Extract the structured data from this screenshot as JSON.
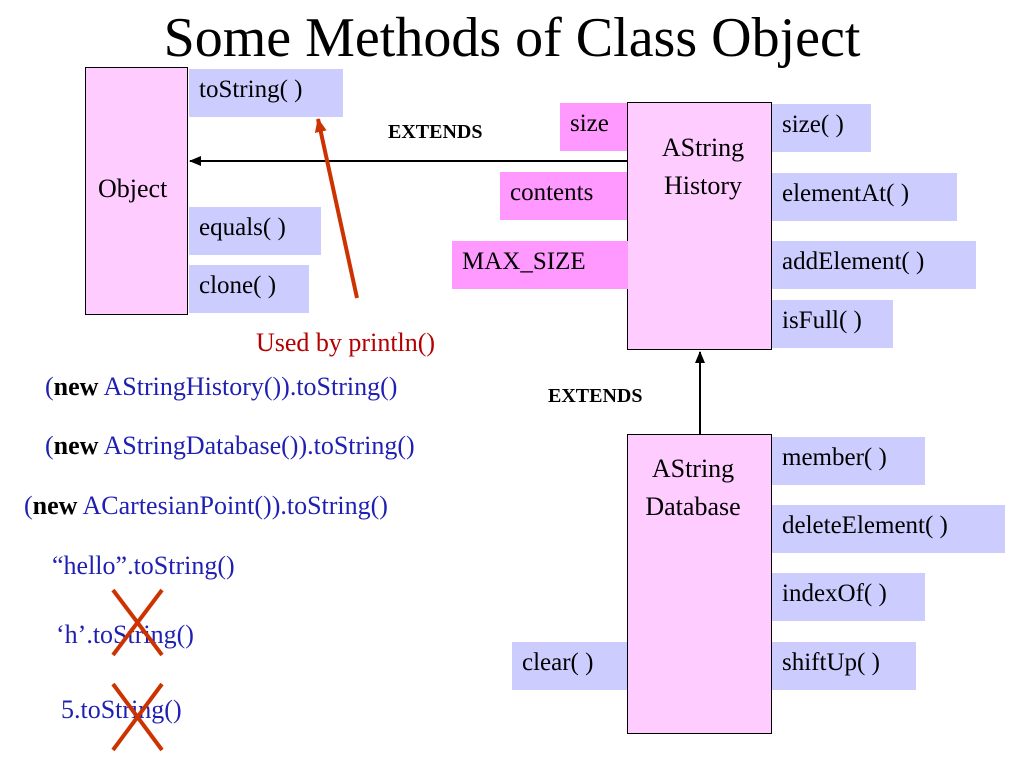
{
  "title": "Some Methods of Class Object",
  "object_class": {
    "name": "Object",
    "methods": [
      "toString( )",
      "equals( )",
      "clone( )"
    ]
  },
  "astring_history": {
    "name_line1": "AString",
    "name_line2": "History",
    "variables": [
      "size",
      "contents",
      "MAX_SIZE"
    ],
    "methods": [
      "size( )",
      "elementAt( )",
      "addElement( )",
      "isFull( )"
    ]
  },
  "astring_database": {
    "name_line1": "AString",
    "name_line2": "Database",
    "variables": [
      "clear( )"
    ],
    "methods": [
      "member( )",
      "deleteElement( )",
      "indexOf( )",
      "shiftUp( )"
    ]
  },
  "extends_label_top": "EXTENDS",
  "extends_label_bottom": "EXTENDS",
  "used_by": "Used by println()",
  "examples": [
    {
      "open": "(",
      "keyword": "new",
      "rest": " AStringHistory()).toString()"
    },
    {
      "open": "(",
      "keyword": "new",
      "rest": " AStringDatabase()).toString()"
    },
    {
      "open": "(",
      "keyword": "new",
      "rest": " ACartesianPoint()).toString()"
    },
    {
      "text": "“hello”.toString()"
    },
    {
      "text": "‘h’.toString()",
      "crossed": true
    },
    {
      "text": "5.toString()",
      "crossed": true
    }
  ],
  "colors": {
    "class_fill": "#ffccff",
    "method_fill": "#ccccff",
    "variable_fill": "#ff99ff",
    "arrow_red": "#cc3300",
    "example_text": "#1f1fb3",
    "used_by_text": "#b30000"
  }
}
